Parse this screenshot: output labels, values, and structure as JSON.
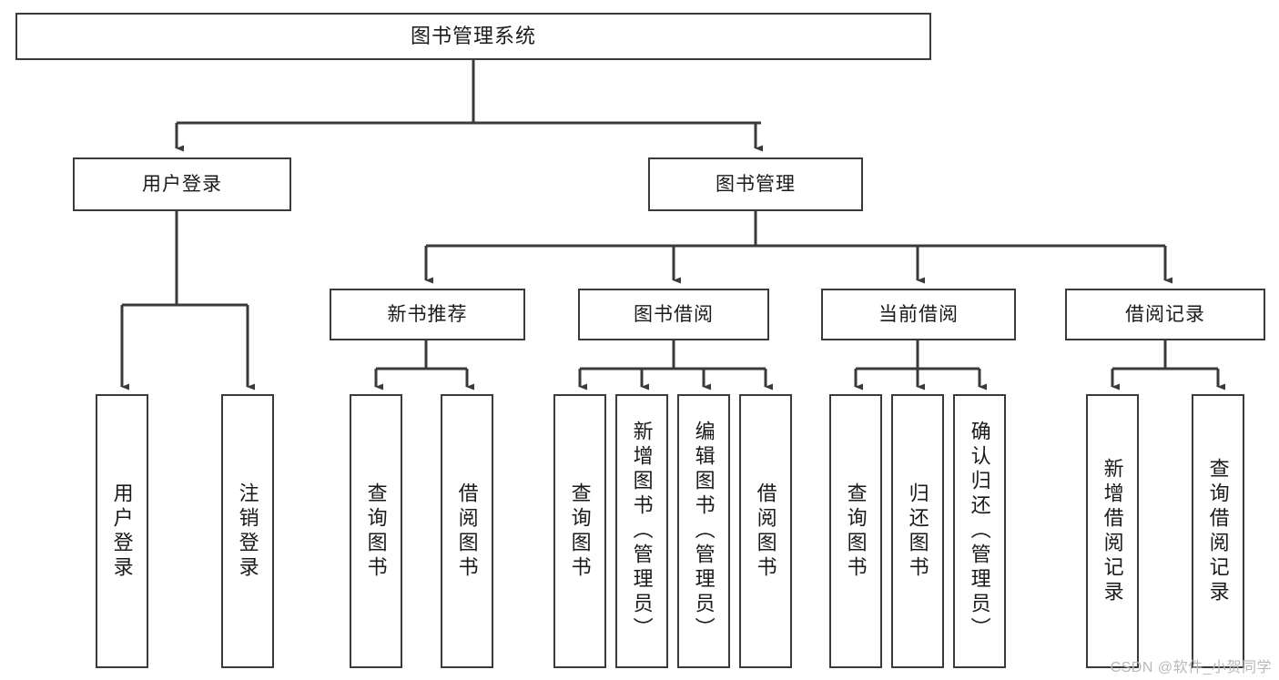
{
  "diagram": {
    "title": "图书管理系统",
    "watermark": "CSDN @软件_小贺同学",
    "edge_color": "#3a3a3a",
    "box_border_color": "#3a3a3a",
    "background_color": "#ffffff"
  },
  "nodes": {
    "root": {
      "label": "图书管理系统"
    },
    "level2": [
      {
        "label": "用户登录"
      },
      {
        "label": "图书管理"
      }
    ],
    "level3": [
      {
        "label": "新书推荐"
      },
      {
        "label": "图书借阅"
      },
      {
        "label": "当前借阅"
      },
      {
        "label": "借阅记录"
      }
    ],
    "leaves": {
      "user_login": [
        {
          "label": "用户登录"
        },
        {
          "label": "注销登录"
        }
      ],
      "new_book_recommend": [
        {
          "label": "查询图书"
        },
        {
          "label": "借阅图书"
        }
      ],
      "book_borrow": [
        {
          "label": "查询图书"
        },
        {
          "label": "新增图书（管理员）"
        },
        {
          "label": "编辑图书（管理员）"
        },
        {
          "label": "借阅图书"
        }
      ],
      "current_borrow": [
        {
          "label": "查询图书"
        },
        {
          "label": "归还图书"
        },
        {
          "label": "确认归还（管理员）"
        }
      ],
      "borrow_record": [
        {
          "label": "新增借阅记录"
        },
        {
          "label": "查询借阅记录"
        }
      ]
    }
  }
}
